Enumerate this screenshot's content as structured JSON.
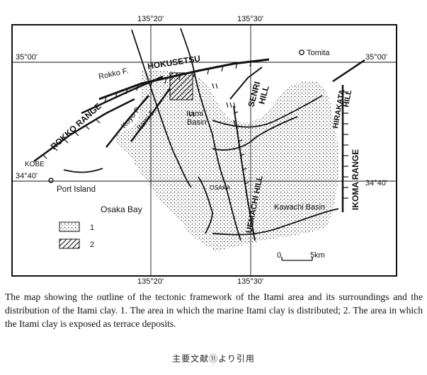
{
  "map": {
    "coords": {
      "lon_top_left": "135°20'",
      "lon_top_right": "135°30'",
      "lon_bottom_left": "135°20'",
      "lon_bottom_right": "135°30'",
      "lat_top_left": "35°00'",
      "lat_top_right": "35°00'",
      "lat_bottom_left": "34°40'",
      "lat_bottom_right": "34°40'"
    },
    "places": {
      "hokusetsu": "HOKUSETSU",
      "tomita": "Tomita",
      "rokko_f": "Rokko F.",
      "rokko_range": "ROKKO RANGE",
      "koyo_f": "Koyo F.",
      "itami_f": "Itami F.",
      "itami_basin_1": "Itami",
      "itami_basin_2": "Basin",
      "senri_1": "SENRI",
      "senri_2": "HILL",
      "hirakata_1": "HIRAKATA",
      "hirakata_2": "HILL",
      "ikoma_range": "IKOMA RANGE",
      "kobe": "KOBE",
      "port_island": "Port Island",
      "osaka": "OSAKA",
      "osaka_bay": "Osaka Bay",
      "uemachi_hill": "UEMACHI HILL",
      "kawachi_basin": "Kawachi Basin"
    },
    "legend": {
      "item1": "1",
      "item2": "2"
    },
    "scale": {
      "zero": "0",
      "five": "5km"
    }
  },
  "caption": "The map showing the outline of the tectonic framework of the Itami area and its surroundings and the distribution of the Itami clay.  1. The area in which the marine Itami clay is distributed; 2. The area in which the Itami clay is exposed as terrace deposits.",
  "source": "主要文献⑪より引用"
}
